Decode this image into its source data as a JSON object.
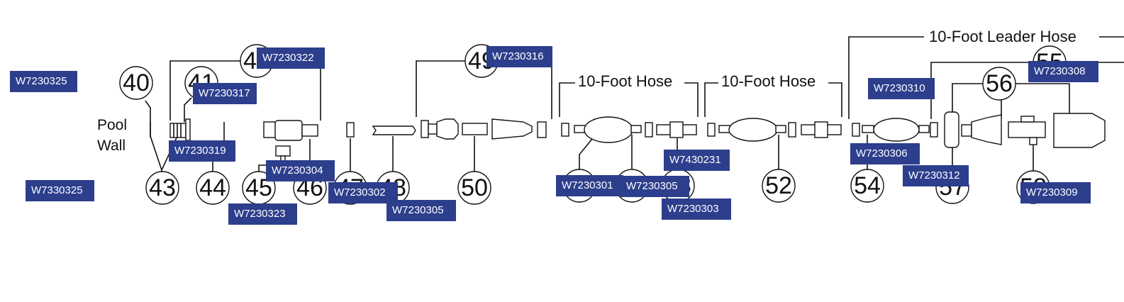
{
  "pool_wall": [
    "Pool",
    "Wall"
  ],
  "hose_labels": [
    "10-Foot Hose",
    "10-Foot Hose",
    "10-Foot Leader Hose"
  ],
  "callouts": [
    "40",
    "41",
    "42",
    "43",
    "44",
    "45",
    "46",
    "47",
    "48",
    "49",
    "50",
    "51",
    "52",
    "53",
    "52",
    "54",
    "55",
    "56",
    "57",
    "58"
  ],
  "tags": [
    "W7230325",
    "W7330325",
    "W7230322",
    "W7230317",
    "W7230319",
    "W7230304",
    "W7230323",
    "W7230302",
    "W7230305",
    "W7230316",
    "W7230301",
    "W7230305",
    "W7430231",
    "W7230303",
    "W7230310",
    "W7230306",
    "W7230312",
    "W7230308",
    "W7230309"
  ],
  "colors": {
    "tag_bg": "#2c3e8c",
    "tag_text": "#ffffff",
    "line": "#111111"
  }
}
